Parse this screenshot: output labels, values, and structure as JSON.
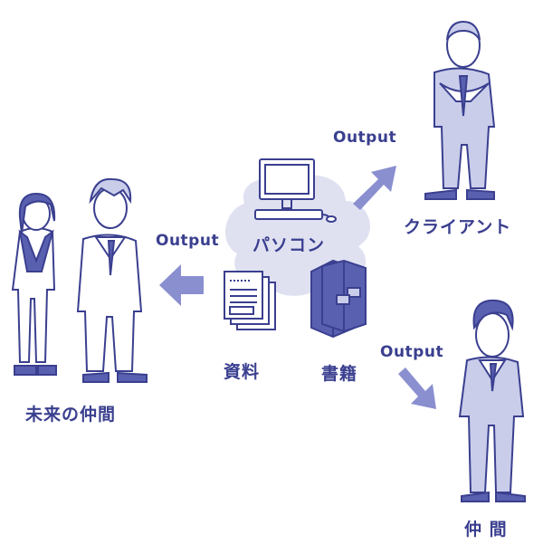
{
  "labels": {
    "pc": "パソコン",
    "client": "クライアント",
    "documents": "資料",
    "books": "書籍",
    "future_colleagues": "未来の仲間",
    "colleague": "仲 間",
    "output_to_client": "Output",
    "output_to_future": "Output",
    "output_to_colleague": "Output"
  },
  "colors": {
    "ink": "#3a3f8f",
    "suit_fill": "#c9cdea",
    "dark_fill": "#5a60b0",
    "cloud": "#dfe1f1",
    "arrow": "#8a8fd0"
  },
  "icons": [
    "computer-icon",
    "documents-icon",
    "books-icon",
    "arrow-icon",
    "person-icon"
  ]
}
